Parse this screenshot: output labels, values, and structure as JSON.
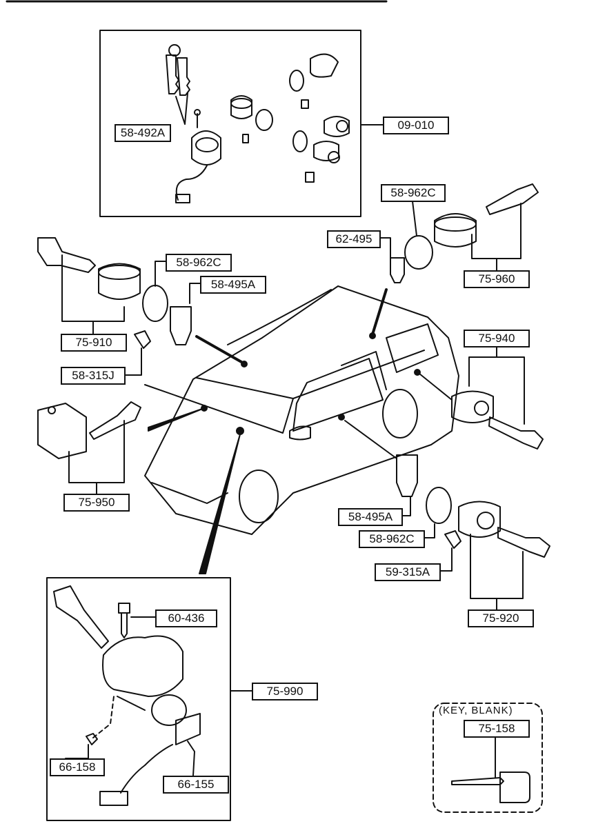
{
  "labels": {
    "l09010": "09-010",
    "l58492A": "58-492A",
    "l58962C_top": "58-962C",
    "l62495": "62-495",
    "l75960": "75-960",
    "l58962C_left": "58-962C",
    "l58495A_left": "58-495A",
    "l75910": "75-910",
    "l58315J": "58-315J",
    "l75940": "75-940",
    "l75950": "75-950",
    "l58495A_right": "58-495A",
    "l58962C_right": "58-962C",
    "l59315A": "59-315A",
    "l75920": "75-920",
    "l60436": "60-436",
    "l75990": "75-990",
    "l66158": "66-158",
    "l66155": "66-155",
    "l75158": "75-158"
  },
  "notes": {
    "key_blank": "(KEY, BLANK)"
  }
}
